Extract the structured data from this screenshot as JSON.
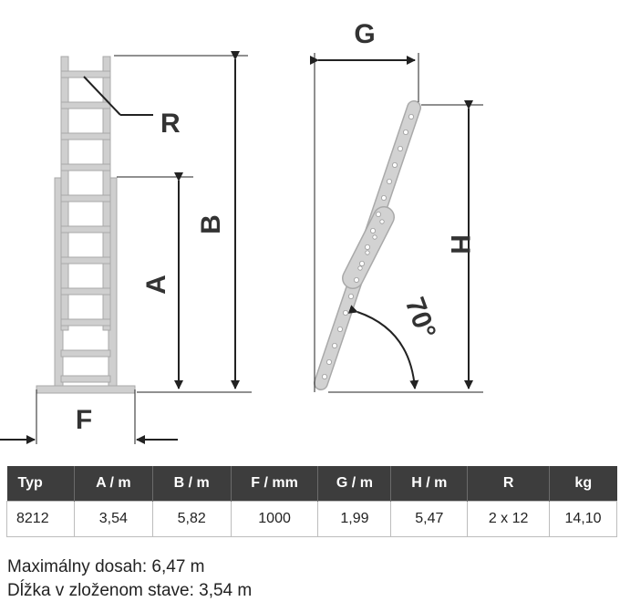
{
  "labels": {
    "A": "A",
    "B": "B",
    "F": "F",
    "G": "G",
    "H": "H",
    "R": "R",
    "angle": "70°"
  },
  "table": {
    "headers": [
      "Typ",
      "A / m",
      "B / m",
      "F / mm",
      "G / m",
      "H / m",
      "R",
      "kg"
    ],
    "rows": [
      [
        "8212",
        "3,54",
        "5,82",
        "1000",
        "1,99",
        "5,47",
        "2 x 12",
        "14,10"
      ]
    ]
  },
  "notes": {
    "reach": "Maximálny dosah: 6,47 m",
    "folded": "Dĺžka v zloženom stave: 3,54 m"
  },
  "colors": {
    "ladder": "#cfcfcf",
    "ladder_outline": "#a9a9a9",
    "lines": "#222222",
    "table_header": "#3d3d3d"
  }
}
